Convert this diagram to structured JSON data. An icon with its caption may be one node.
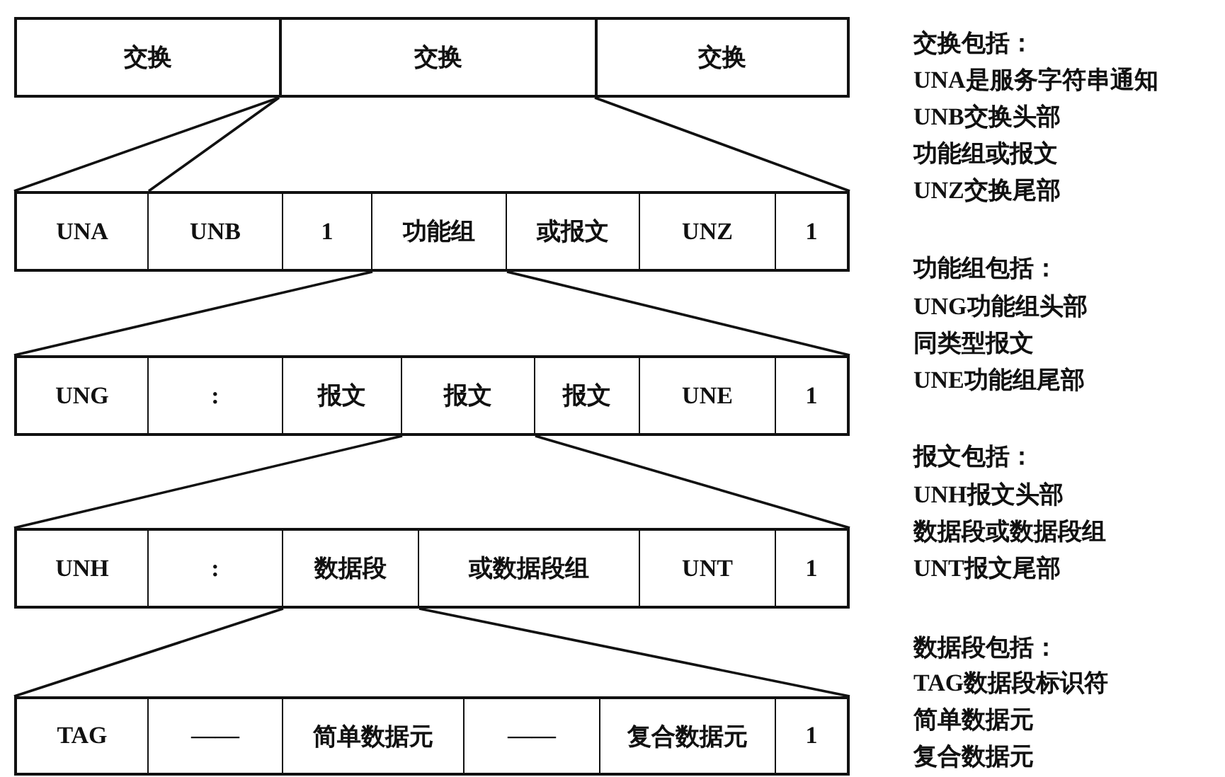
{
  "diagram": {
    "nodes": [
      {
        "text": [
          "交换"
        ]
      },
      {
        "text": [
          "交换"
        ]
      },
      {
        "text": [
          "交换"
        ]
      },
      {
        "text": [],
        "shape": "bar"
      },
      {
        "text": [
          "UNA"
        ],
        "in": 3
      },
      {
        "text": [
          "UNB"
        ],
        "in": 3
      },
      {
        "text": [
          "1"
        ],
        "in": 3
      },
      {
        "text": [
          "功能组"
        ],
        "in": 3
      },
      {
        "text": [
          "或报文"
        ],
        "in": 3
      },
      {
        "text": [
          "UNZ"
        ],
        "in": 3
      },
      {
        "text": [
          "1"
        ],
        "in": 3
      },
      {
        "text": [],
        "shape": "bar"
      },
      {
        "text": [
          "UNG"
        ],
        "in": 11
      },
      {
        "text": [
          ":"
        ],
        "in": 11
      },
      {
        "text": [
          "报文"
        ],
        "in": 11
      },
      {
        "text": [
          "报文"
        ],
        "in": 11
      },
      {
        "text": [
          "报文"
        ],
        "in": 11
      },
      {
        "text": [
          "UNE"
        ],
        "in": 11
      },
      {
        "text": [
          "1"
        ],
        "in": 11
      },
      {
        "text": [],
        "shape": "bar"
      },
      {
        "text": [
          "UNH"
        ],
        "in": 19
      },
      {
        "text": [
          ":"
        ],
        "in": 19
      },
      {
        "text": [
          "数据段"
        ],
        "in": 19
      },
      {
        "text": [
          "或数据段组"
        ],
        "in": 19
      },
      {
        "text": [
          "UNT"
        ],
        "in": 19
      },
      {
        "text": [
          "1"
        ],
        "in": 19
      },
      {
        "text": [],
        "shape": "bar"
      },
      {
        "text": [
          "TAG"
        ],
        "in": 26
      },
      {
        "text": [
          "——"
        ],
        "in": 26
      },
      {
        "text": [
          "简单数据元"
        ],
        "in": 26
      },
      {
        "text": [
          "——"
        ],
        "in": 26
      },
      {
        "text": [
          "复合数据元"
        ],
        "in": 26
      },
      {
        "text": [
          "1"
        ],
        "in": 26
      }
    ],
    "edges": [
      {
        "from": 1,
        "to": 3,
        "arrow": "none"
      },
      {
        "from": 1,
        "to": 5,
        "arrow": "none"
      },
      {
        "from": 1,
        "to": 3,
        "arrow": "none"
      },
      {
        "from": 7,
        "to": 11,
        "arrow": "none"
      },
      {
        "from": 7,
        "to": 11,
        "arrow": "none"
      },
      {
        "from": 15,
        "to": 19,
        "arrow": "none"
      },
      {
        "from": 15,
        "to": 19,
        "arrow": "none"
      },
      {
        "from": 22,
        "to": 26,
        "arrow": "none"
      },
      {
        "from": 22,
        "to": 26,
        "arrow": "none"
      }
    ],
    "labels": [
      "交换包括：",
      "UNA是服务字符串通知",
      "UNB交换头部",
      "功能组或报文",
      "UNZ交换尾部",
      "功能组包括：",
      "UNG功能组头部",
      "同类型报文",
      "UNE功能组尾部",
      "报文包括：",
      "UNH报文头部",
      "数据段或数据段组",
      "UNT报文尾部",
      "数据段包括：",
      "TAG数据段标识符",
      "简单数据元",
      "复合数据元"
    ]
  }
}
